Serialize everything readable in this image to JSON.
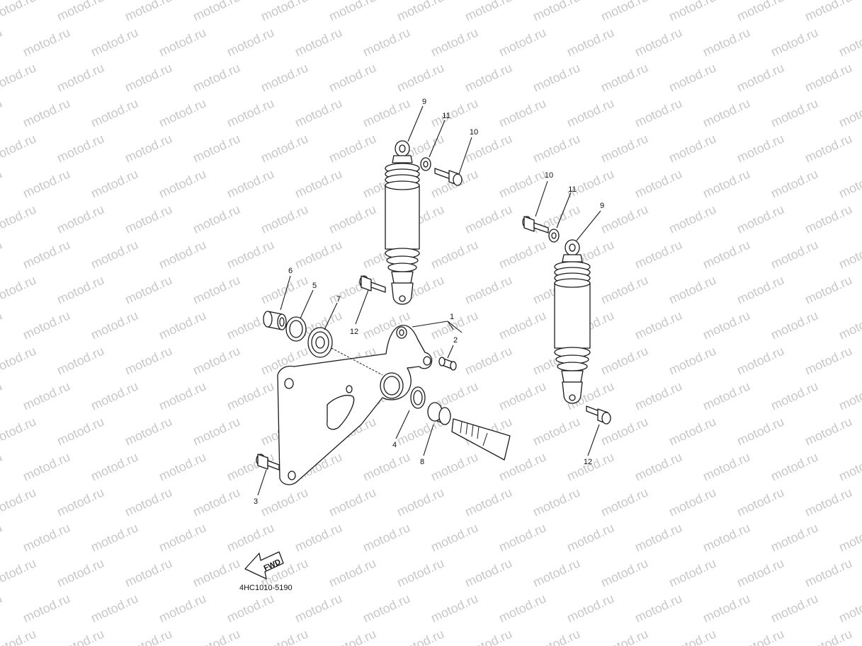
{
  "diagram": {
    "callouts": {
      "c1": "1",
      "c2": "2",
      "c3": "3",
      "c4": "4",
      "c5": "5",
      "c6": "6",
      "c7": "7",
      "c8": "8",
      "c9a": "9",
      "c9b": "9",
      "c10a": "10",
      "c10b": "10",
      "c11a": "11",
      "c11b": "11",
      "c12a": "12",
      "c12b": "12"
    },
    "fwd_arrow_label": "FWD",
    "part_code": "4HC1010-5190"
  },
  "watermark": {
    "text": "motod.ru"
  }
}
